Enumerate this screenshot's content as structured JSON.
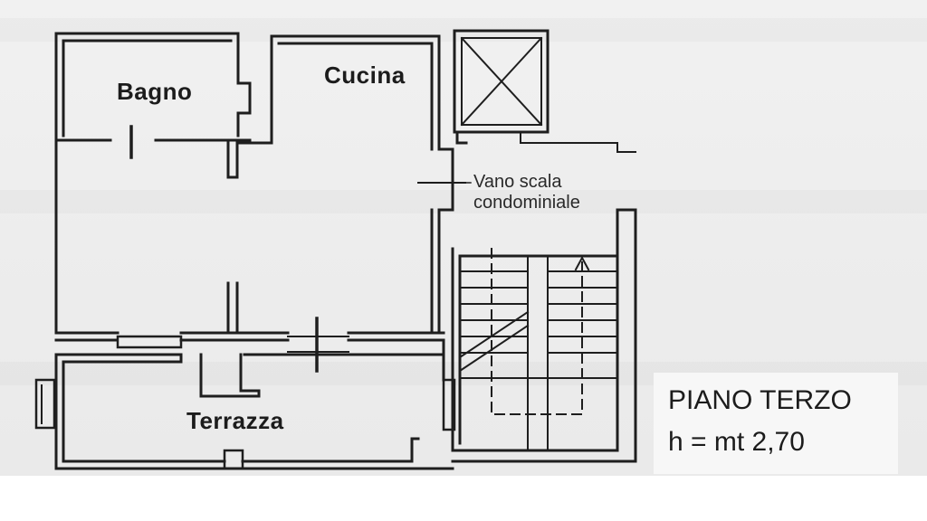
{
  "rooms": {
    "bagno": "Bagno",
    "cucina": "Cucina",
    "terrazza": "Terrazza",
    "stair_line1": "Vano scala",
    "stair_line2": "condominiale"
  },
  "legend": {
    "floor_name": "PIANO TERZO",
    "height": "h = mt 2,70"
  },
  "colors": {
    "wall": "#1e1e1e",
    "background": "#eeeeee",
    "legend_background": "#f7f7f7"
  }
}
